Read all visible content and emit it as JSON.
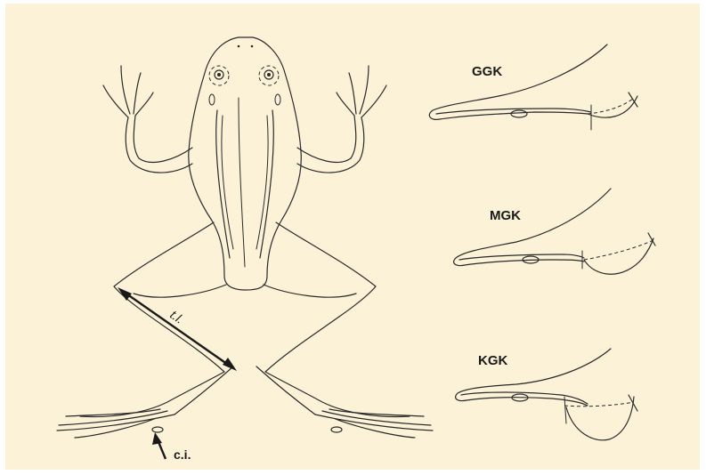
{
  "background_color": "#fcf2d7",
  "frog": {
    "measure_label": "t.l.",
    "pointer_label": "c.i."
  },
  "profiles": [
    {
      "label": "GGK"
    },
    {
      "label": "MGK"
    },
    {
      "label": "KGK"
    }
  ]
}
